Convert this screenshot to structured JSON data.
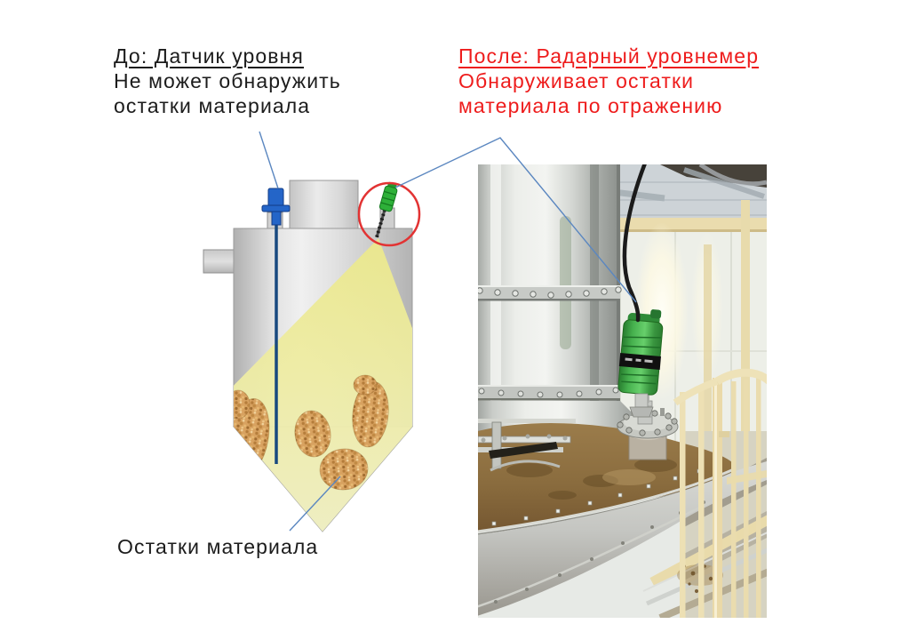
{
  "before": {
    "title": "До: Датчик уровня",
    "line1": "Не может обнаружить",
    "line2": "остатки материала"
  },
  "after": {
    "title": "После: Радарный уровнемер",
    "line1": "Обнаруживает остатки",
    "line2": "материала по отражению"
  },
  "bottom_label": "Остатки материала",
  "colors": {
    "after_text_red": "#ee1c1c",
    "before_text_black": "#1c1c1c",
    "leader_line_blue": "#5b87c0",
    "highlight_circle_red": "#e23333",
    "level_sensor_blue": "#2465c8",
    "radar_sensor_green": "#2eb039",
    "beam_yellow": "#ebe88c",
    "material_tan": "#d8a260",
    "tank_gray": "#d9d9d9"
  }
}
